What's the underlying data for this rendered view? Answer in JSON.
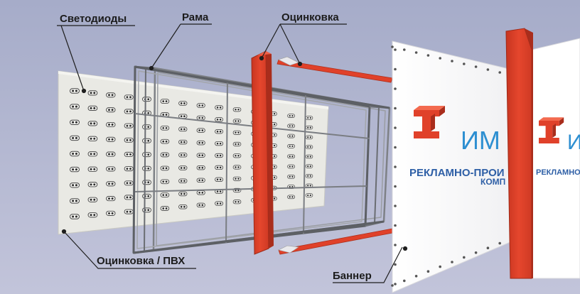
{
  "labels": {
    "leds": "Светодиоды",
    "frame": "Рама",
    "galvanizing_top": "Оцинковка",
    "galvanizing_pvc": "Оцинковка / ПВХ",
    "banner": "Баннер"
  },
  "banner": {
    "brand_part": "ИМ",
    "tagline_line1": "РЕКЛАМНО-ПРОИ",
    "tagline_line2": "КОМП"
  },
  "banner_side": {
    "tagline_line1": "РЕКЛАМНО"
  },
  "colors": {
    "background_top": "#a6acc9",
    "background_bottom": "#bec1d9",
    "accent_red": "#e0412a",
    "brand_blue": "#2e8fd1",
    "frame_gray": "#8a8d92",
    "text_dark": "#1c1c1c"
  },
  "icons": [
    "led-module-icon",
    "company-logo-icon"
  ]
}
